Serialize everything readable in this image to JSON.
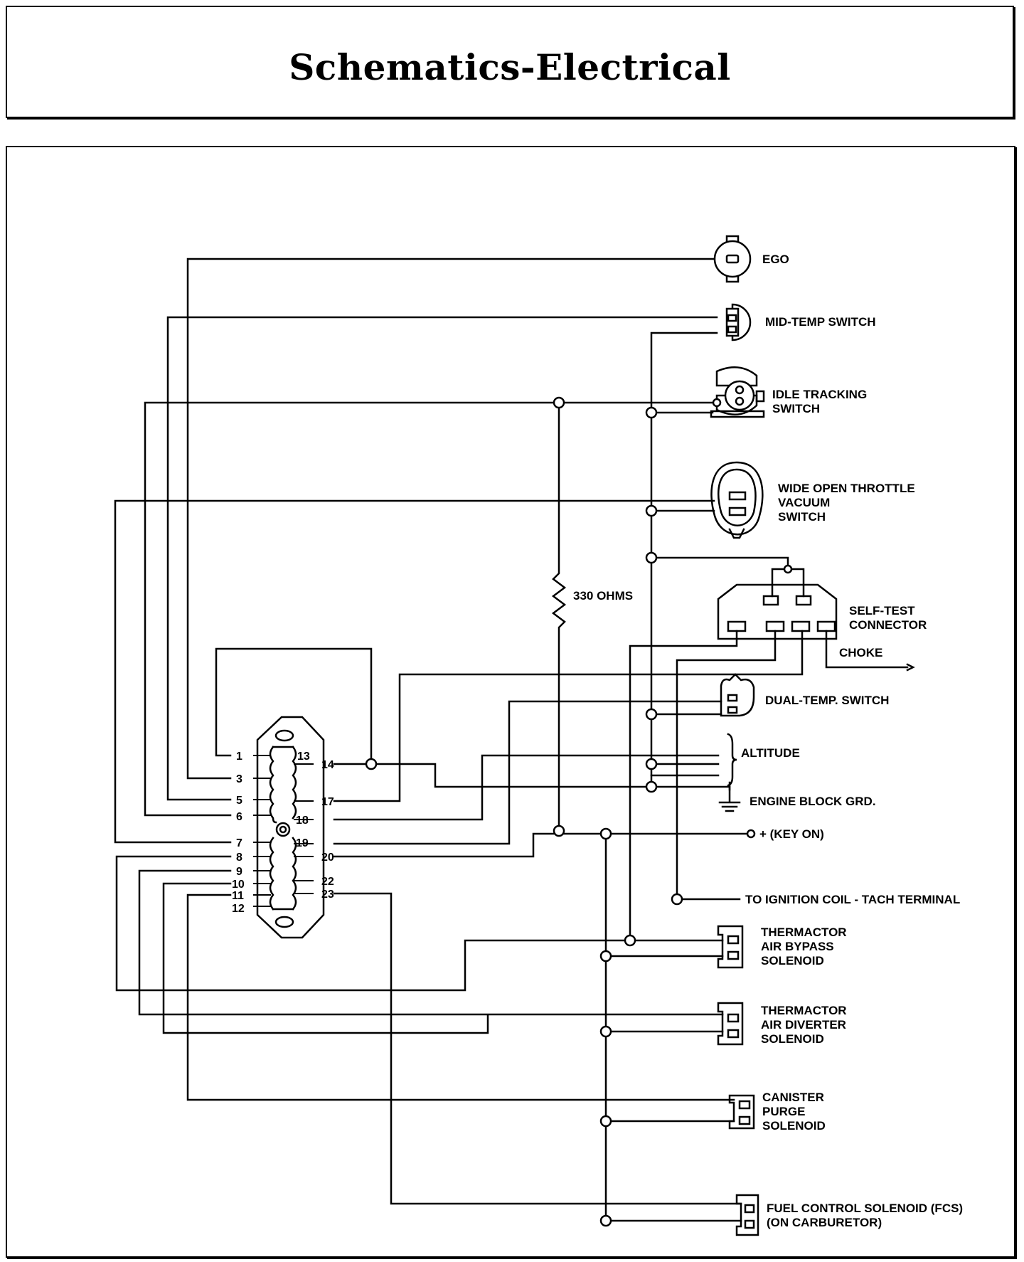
{
  "title": "Schematics-Electrical",
  "components": {
    "ego": "EGO",
    "mid_temp": "MID-TEMP SWITCH",
    "idle_tracking": [
      "IDLE TRACKING",
      "SWITCH"
    ],
    "wot": [
      "WIDE OPEN THROTTLE",
      "VACUUM",
      "SWITCH"
    ],
    "resistor": "330 OHMS",
    "self_test": [
      "SELF-TEST",
      "CONNECTOR"
    ],
    "choke": "CHOKE",
    "dual_temp": "DUAL-TEMP. SWITCH",
    "altitude": "ALTITUDE",
    "ground": "ENGINE BLOCK GRD.",
    "key_on": "+ (KEY ON)",
    "ignition": "TO IGNITION COIL - TACH TERMINAL",
    "bypass": [
      "THERMACTOR",
      "AIR BYPASS",
      "SOLENOID"
    ],
    "diverter": [
      "THERMACTOR",
      "AIR DIVERTER",
      "SOLENOID"
    ],
    "canister": [
      "CANISTER",
      "PURGE",
      "SOLENOID"
    ],
    "fcs": [
      "FUEL CONTROL SOLENOID (FCS)",
      "(ON CARBURETOR)"
    ]
  },
  "module_pins": {
    "left": [
      "1",
      "3",
      "5",
      "6",
      "7",
      "8",
      "9",
      "10",
      "11",
      "12"
    ],
    "right": [
      "13",
      "14",
      "17",
      "18",
      "19",
      "20",
      "22",
      "23"
    ]
  }
}
